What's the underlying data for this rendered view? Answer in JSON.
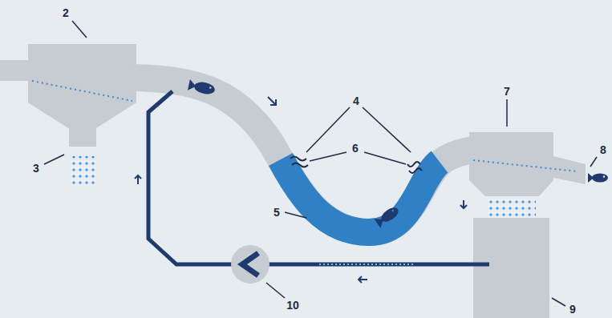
{
  "diagram": {
    "labels": [
      "2",
      "4",
      "7",
      "8",
      "3",
      "6",
      "5",
      "10",
      "9"
    ]
  }
}
